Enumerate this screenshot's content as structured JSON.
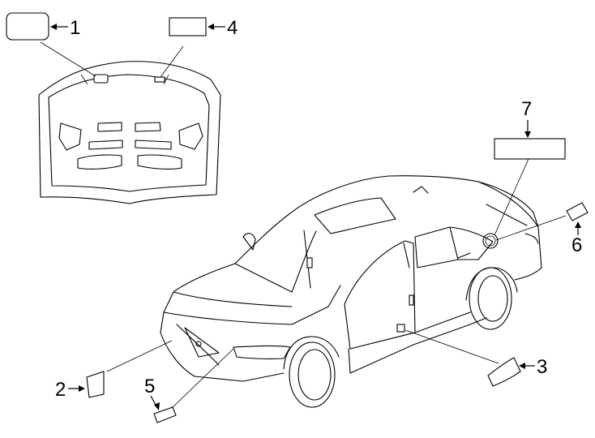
{
  "callouts": [
    {
      "id": "1",
      "number": "1"
    },
    {
      "id": "2",
      "number": "2"
    },
    {
      "id": "3",
      "number": "3"
    },
    {
      "id": "4",
      "number": "4"
    },
    {
      "id": "5",
      "number": "5"
    },
    {
      "id": "6",
      "number": "6"
    },
    {
      "id": "7",
      "number": "7"
    }
  ]
}
